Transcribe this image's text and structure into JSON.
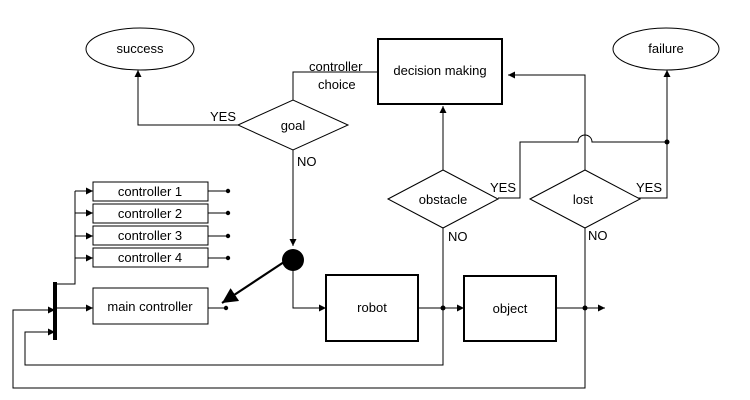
{
  "nodes": {
    "success": "success",
    "failure": "failure",
    "decision_making": "decision making",
    "controller_choice_line1": "controller",
    "controller_choice_line2": "choice",
    "goal": "goal",
    "obstacle": "obstacle",
    "lost": "lost",
    "controllers": [
      "controller 1",
      "controller 2",
      "controller 3",
      "controller 4"
    ],
    "main_controller": "main controller",
    "robot": "robot",
    "object": "object"
  },
  "edge_labels": {
    "goal_yes": "YES",
    "goal_no": "NO",
    "obstacle_yes": "YES",
    "obstacle_no": "NO",
    "lost_yes": "YES",
    "lost_no": "NO"
  },
  "colors": {
    "alert_fill": "#ee0000",
    "stroke": "#000000"
  }
}
